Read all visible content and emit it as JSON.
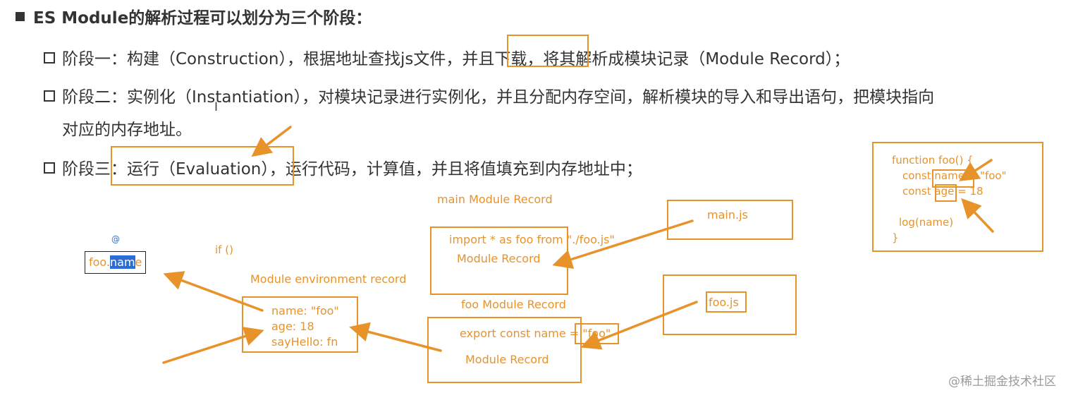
{
  "heading": "ES Module的解析过程可以划分为三个阶段：",
  "stage1": {
    "pre": "阶段一：构建（Construction），根据地址查找js文件，",
    "highlight": "并且下载",
    "post": "，将其解析成模块记录（Module Record）；"
  },
  "stage2": {
    "line1": "阶段二：实例化（Instantiation），对模块记录进行实例化，并且分配内存空间，解析模块的导入和导出语句，把模块指向",
    "line2": "对应的内存地址。"
  },
  "stage3": {
    "pre": "阶段三：",
    "highlight": "运行（Evaluation）",
    "post": "，运行代码，计算值，并且将值填充到内存地址中；"
  },
  "diagram": {
    "main_module_record_title": "main Module Record",
    "main_import": "import * as foo from \"./foo.js\"",
    "main_module_record": "Module Record",
    "main_js": "main.js",
    "foo_js": "foo.js",
    "foo_module_record_title": "foo Module Record",
    "foo_export_pre": "export const name = ",
    "foo_export_value": "\"foo\"",
    "foo_module_record": "Module Record",
    "env_title": "Module environment record",
    "env_lines": [
      "name: \"foo\"",
      "age: 18",
      "sayHello: fn"
    ],
    "if_text": "if ()",
    "foo_name_pre": "foo.",
    "foo_name_sel": "nam",
    "foo_name_post": "e",
    "func_lines": [
      "function foo() {",
      "const name = \"foo\"",
      "const age = 18",
      "log(name)",
      "}"
    ]
  },
  "watermark": "@稀土掘金技术社区",
  "colors": {
    "accent": "#e8932a",
    "text": "#333333",
    "selection": "#2a6dd4"
  }
}
